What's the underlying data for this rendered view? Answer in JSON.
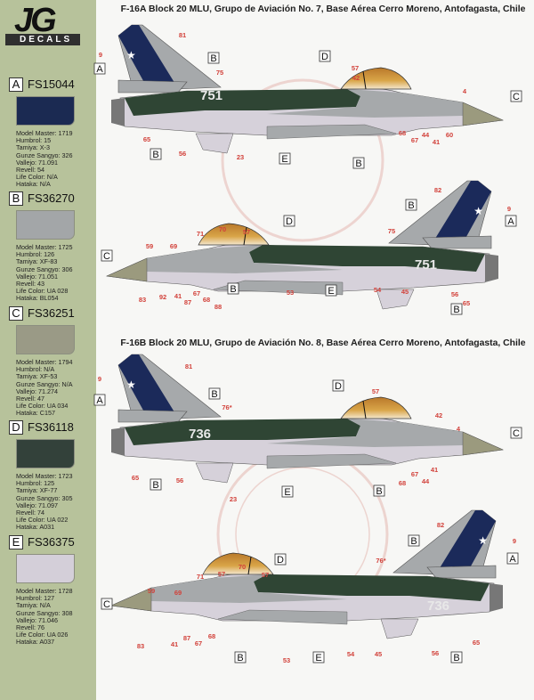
{
  "brand": {
    "logo_text": "JG",
    "logo_subtext": "DECALS"
  },
  "titles": [
    "F-16A Block 20 MLU, Grupo de Aviación No. 7, Base Aérea Cerro Moreno, Antofagasta, Chile",
    "F-16B Block 20 MLU, Grupo de Aviación No. 8, Base Aérea Cerro Moreno, Antofagasta, Chile"
  ],
  "paints": [
    {
      "letter": "A",
      "fs": "FS15044",
      "color": "#1b2a52",
      "lines": [
        "Model Master: 1719",
        "Humbrol: 15",
        "Tamiya: X-3",
        "Gunze Sangyo: 326",
        "Vallejo: 71.091",
        "Revell: 54",
        "Life Color: N/A",
        "Hataka: N/A"
      ]
    },
    {
      "letter": "B",
      "fs": "FS36270",
      "color": "#a3a6a8",
      "lines": [
        "Model Master: 1725",
        "Humbrol: 126",
        "Tamiya: XF-83",
        "Gunze Sangyo: 306",
        "Vallejo: 71.051",
        "Revell: 43",
        "Life Color: UA 028",
        "Hataka: BL054"
      ]
    },
    {
      "letter": "C",
      "fs": "FS36251",
      "color": "#9a9a86",
      "lines": [
        "Model Master: 1794",
        "Humbrol: N/A",
        "Tamiya: XF-53",
        "Gunze Sangyo: N/A",
        "Vallejo: 71.274",
        "Revell: 47",
        "Life Color: UA 034",
        "Hataka: C157"
      ]
    },
    {
      "letter": "D",
      "fs": "FS36118",
      "color": "#33413a",
      "lines": [
        "Model Master: 1723",
        "Humbrol: 125",
        "Tamiya: XF-77",
        "Gunze Sangyo: 305",
        "Vallejo: 71.097",
        "Revell: 74",
        "Life Color: UA 022",
        "Hataka: A031"
      ]
    },
    {
      "letter": "E",
      "fs": "FS36375",
      "color": "#d4cfd9",
      "lines": [
        "Model Master: 1728",
        "Humbrol: 127",
        "Tamiya: N/A",
        "Gunze Sangyo: 308",
        "Vallejo: 71.046",
        "Revell: 76",
        "Life Color: UA 026",
        "Hataka: A037"
      ]
    }
  ],
  "colors": {
    "dark_green": "#2f4534",
    "grey": "#a6a9ab",
    "underside": "#d6d1da",
    "nose": "#9b9a7e",
    "blue": "#1b2a5a",
    "canopy": "#c8902e",
    "callout_red": "#d2413a"
  },
  "aircraft": [
    {
      "tail_number": "751",
      "callouts": [
        "81",
        "9",
        "A",
        "B",
        "75",
        "D",
        "57",
        "42",
        "4",
        "C",
        "65",
        "B",
        "56",
        "23",
        "E",
        "B",
        "68",
        "67",
        "44",
        "41",
        "60"
      ]
    },
    {
      "tail_number": "751",
      "callouts": [
        "82",
        "B",
        "9",
        "A",
        "D",
        "75",
        "C",
        "59",
        "69",
        "71",
        "70",
        "57",
        "83",
        "92",
        "41",
        "87",
        "67",
        "68",
        "88",
        "B",
        "53",
        "E",
        "54",
        "45",
        "56",
        "B",
        "65"
      ]
    },
    {
      "tail_number": "736",
      "callouts": [
        "81",
        "9",
        "A",
        "B",
        "76*",
        "D",
        "57",
        "42",
        "4",
        "C",
        "65",
        "B",
        "56",
        "23",
        "E",
        "B",
        "68",
        "67",
        "44",
        "41"
      ]
    },
    {
      "tail_number": "736",
      "callouts": [
        "82",
        "B",
        "9",
        "A",
        "76*",
        "D",
        "70",
        "57",
        "57",
        "71",
        "69",
        "59",
        "C",
        "83",
        "41",
        "87",
        "67",
        "68",
        "54",
        "45",
        "56",
        "65",
        "B",
        "53",
        "E",
        "B"
      ]
    }
  ]
}
